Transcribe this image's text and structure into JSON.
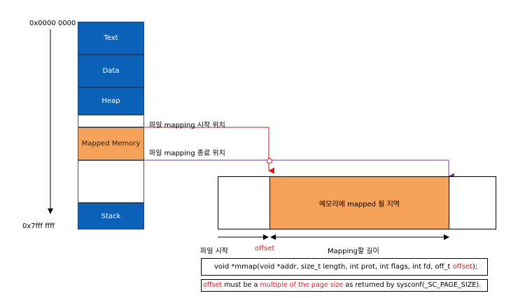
{
  "addresses": {
    "start": "0x0000 0000",
    "end": "0x7fff ffff"
  },
  "segments": {
    "text": "Text",
    "data": "Data",
    "heap": "Heap",
    "mapped": "Mapped Memory",
    "stack": "Stack"
  },
  "labels": {
    "file_map_start": "파일 mapping 시작 위치",
    "file_map_end": "파일 mapping 종료 위치",
    "mapped_region": "메모리에 mapped 될 지역",
    "file_start": "파일 시작",
    "offset": "offset",
    "mapping_length": "Mapping할 길이"
  },
  "signature": {
    "prefix": "void *mmap(void *addr, size_t length, int prot, int flags, int fd, off_t ",
    "offset": "offset",
    "suffix": ");"
  },
  "note": {
    "offset": "offset",
    "part1": " must be a ",
    "multiple": "multiple of the page size",
    "part2": " as returned by  sysconf(_SC_PAGE_SIZE)."
  },
  "colors": {
    "segment_blue": "#0b62b8",
    "mapped_orange": "#f5a15a",
    "start_arrow_red": "#e8141c",
    "end_arrow_purple": "#7030a0"
  }
}
